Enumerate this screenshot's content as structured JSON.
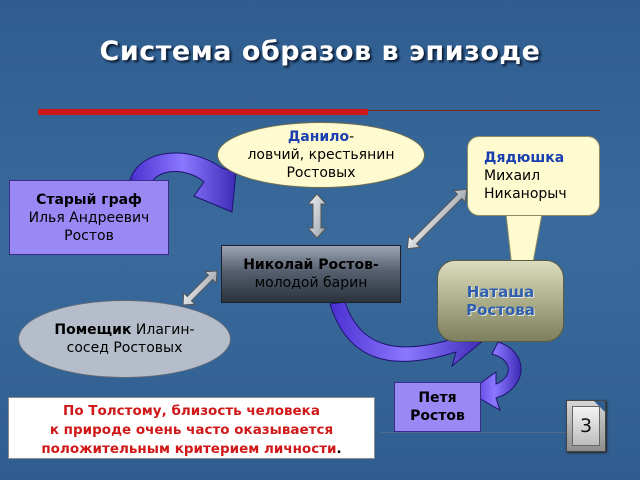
{
  "title": "Система образов в эпизоде",
  "nodes": {
    "danilo": {
      "name": "Данило",
      "dash": "-",
      "line2": "ловчий, крестьянин",
      "line3": "Ростовых"
    },
    "dyadyushka": {
      "name": "Дядюшка",
      "line2": "Михаил",
      "line3": "Никанорыч"
    },
    "stary_graf": {
      "name": "Старый граф",
      "line2": "Илья Андреевич",
      "line3": "Ростов"
    },
    "nikolai": {
      "name": "Николай Ростов-",
      "line2": "молодой барин"
    },
    "natasha": {
      "line1": "Наташа",
      "line2": "Ростова"
    },
    "pomeshik": {
      "name": "Помещик",
      "name_rest": " Илагин-",
      "line2": "сосед Ростовых"
    },
    "petya": {
      "line1": "Петя",
      "line2": "Ростов"
    }
  },
  "quote": {
    "line1": "По Толстому, близость человека",
    "line2": "к природе очень часто оказывается",
    "line3": "положительным критерием личности",
    "tail": "."
  },
  "page_number": "3",
  "colors": {
    "background": "#2f5d8f",
    "accent_red": "#d01818",
    "purple_box": "#9a88f4",
    "cream_box": "#fffbd0",
    "name_blue": "#1a3fb0"
  }
}
